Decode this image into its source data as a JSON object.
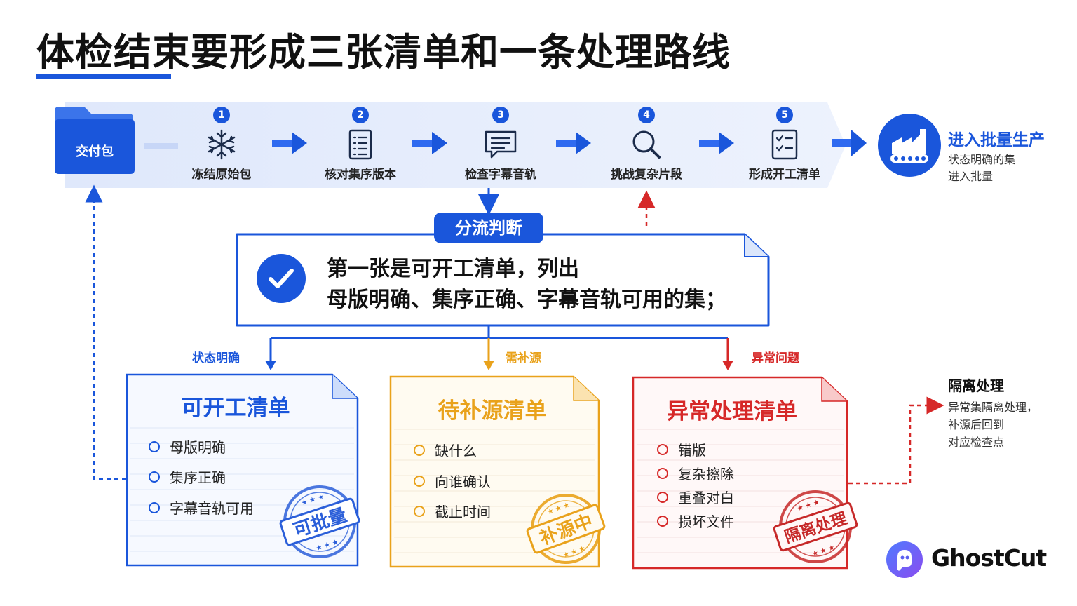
{
  "title": "体检结束要形成三张清单和一条处理路线",
  "package": {
    "label": "交付包"
  },
  "steps": [
    {
      "num": "1",
      "label": "冻结原始包",
      "icon": "snowflake-icon"
    },
    {
      "num": "2",
      "label": "核对集序版本",
      "icon": "document-list-icon"
    },
    {
      "num": "3",
      "label": "检查字幕音轨",
      "icon": "subtitle-bubble-icon"
    },
    {
      "num": "4",
      "label": "挑战复杂片段",
      "icon": "magnifier-icon"
    },
    {
      "num": "5",
      "label": "形成开工清单",
      "icon": "checklist-icon"
    }
  ],
  "production": {
    "title": "进入批量生产",
    "desc": "状态明确的集\n进入批量",
    "icon": "factory-icon"
  },
  "split": {
    "label": "分流判断",
    "text_line1": "第一张是可开工清单，列出",
    "text_line2": "母版明确、集序正确、字幕音轨可用的集；"
  },
  "branches": [
    {
      "tag": "状态明确",
      "title": "可开工清单",
      "items": [
        "母版明确",
        "集序正确",
        "字幕音轨可用"
      ],
      "stamp": "可批量",
      "color": "#1a56db"
    },
    {
      "tag": "需补源",
      "title": "待补源清单",
      "items": [
        "缺什么",
        "向谁确认",
        "截止时间"
      ],
      "stamp": "补源中",
      "color": "#e9a21b"
    },
    {
      "tag": "异常问题",
      "title": "异常处理清单",
      "items": [
        "错版",
        "复杂擦除",
        "重叠对白",
        "损坏文件"
      ],
      "stamp": "隔离处理",
      "color": "#d62828"
    }
  ],
  "isolation": {
    "title": "隔离处理",
    "desc": "异常集隔离处理，\n补源后回到\n对应检查点"
  },
  "logo": {
    "text": "GhostCut"
  },
  "colors": {
    "blue": "#1a56db",
    "orange": "#e9a21b",
    "red": "#d62828",
    "band": "#e8effc"
  }
}
